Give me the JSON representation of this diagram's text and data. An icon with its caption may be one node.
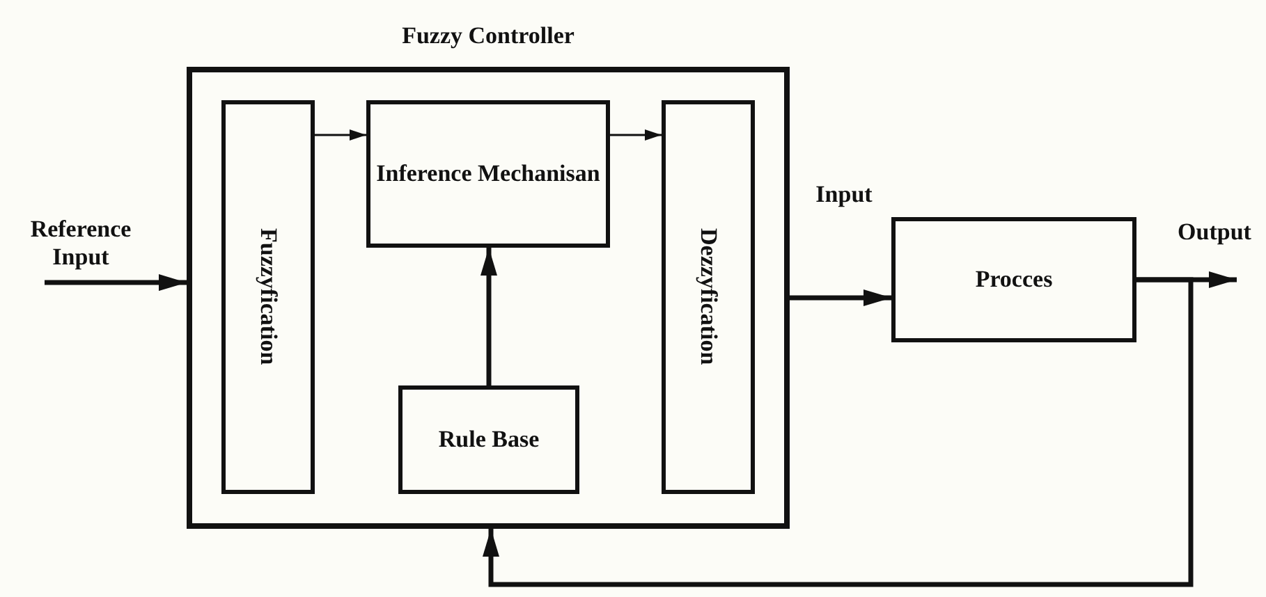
{
  "diagram": {
    "nodes": [
      {
        "text": [
          "Fuzzy Controller"
        ]
      },
      {
        "text": [
          "Fuzzyfication"
        ],
        "in": 0
      },
      {
        "text": [
          "Inference Mechanisan"
        ],
        "in": 0
      },
      {
        "text": [
          "Rule Base"
        ],
        "in": 0
      },
      {
        "text": [
          "Dezzyfication"
        ],
        "in": 0
      },
      {
        "text": [
          "Procces"
        ]
      }
    ],
    "edges": [
      {
        "from": null,
        "to": 0,
        "arrow": "to",
        "label": "Reference Input"
      },
      {
        "from": 1,
        "to": 2,
        "arrow": "to"
      },
      {
        "from": 2,
        "to": 4,
        "arrow": "to"
      },
      {
        "from": 3,
        "to": 2,
        "arrow": "to"
      },
      {
        "from": 0,
        "to": 5,
        "arrow": "to",
        "label": "Input"
      },
      {
        "from": 5,
        "to": null,
        "arrow": "to",
        "label": "Output"
      },
      {
        "from": 5,
        "to": 0,
        "arrow": "to"
      }
    ]
  }
}
